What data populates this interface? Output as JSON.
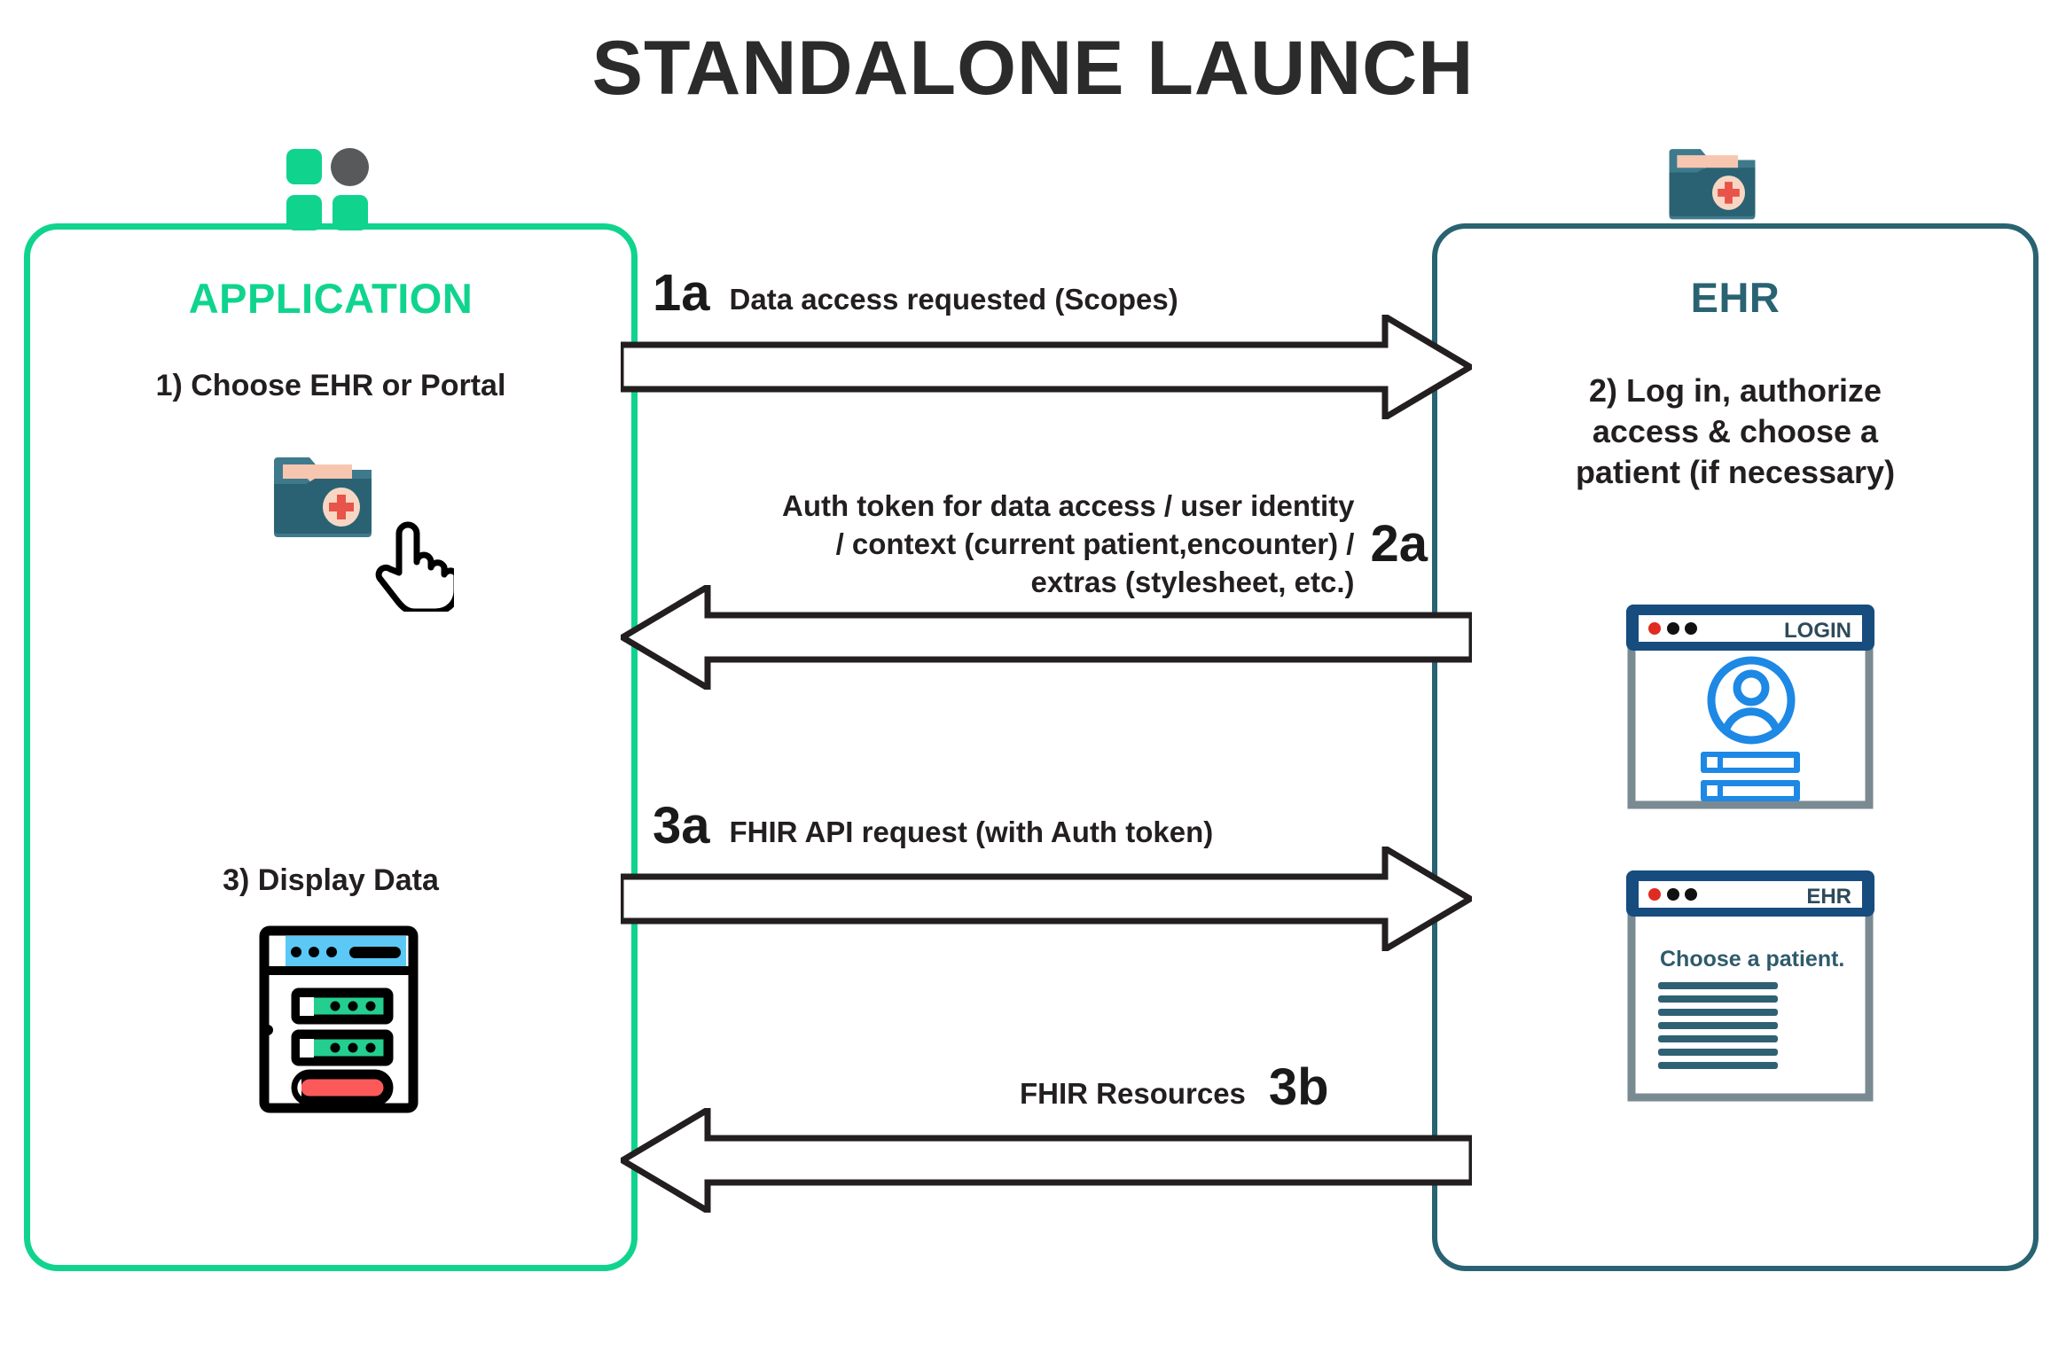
{
  "title": "STANDALONE LAUNCH",
  "colors": {
    "app_accent": "#10D48E",
    "ehr_accent": "#296372",
    "text": "#231f20",
    "folder_body": "#2A6274",
    "folder_tab": "#F7C6B0",
    "cross_red": "#E8534A",
    "window_blue": "#1E7AC8",
    "window_bar_navy": "#164C7E"
  },
  "application": {
    "title": "APPLICATION",
    "node_icon": "app-node-icon",
    "step1": "1) Choose EHR or Portal",
    "step1_icon": "medical-folder-icon",
    "step1_cursor": "pointing-hand-cursor",
    "step3": "3) Display Data",
    "step3_icon": "app-window-icon"
  },
  "ehr": {
    "title": "EHR",
    "header_icon": "medical-folder-icon",
    "step2_line1": "2) Log in, authorize",
    "step2_line2": "access &  choose a",
    "step2_line3": "patient (if necessary)",
    "login_window": {
      "name": "login-window",
      "title": "LOGIN",
      "avatar_icon": "user-avatar-icon",
      "field_count": 2
    },
    "ehr_window": {
      "name": "ehr-window",
      "title": "EHR",
      "body_text": "Choose a patient.",
      "line_count": 7
    }
  },
  "flows": [
    {
      "id": "1a",
      "step": "1a",
      "label": "Data access requested (Scopes)",
      "direction": "right",
      "from": "APPLICATION",
      "to": "EHR"
    },
    {
      "id": "2a",
      "step": "2a",
      "label_line1": "Auth token for data access / user identity",
      "label_line2": "/ context (current patient,encounter) /",
      "label_line3": "extras (stylesheet, etc.)",
      "direction": "left",
      "from": "EHR",
      "to": "APPLICATION"
    },
    {
      "id": "3a",
      "step": "3a",
      "label": "FHIR API request (with Auth token)",
      "direction": "right",
      "from": "APPLICATION",
      "to": "EHR"
    },
    {
      "id": "3b",
      "step": "3b",
      "label": "FHIR Resources",
      "direction": "left",
      "from": "EHR",
      "to": "APPLICATION"
    }
  ]
}
